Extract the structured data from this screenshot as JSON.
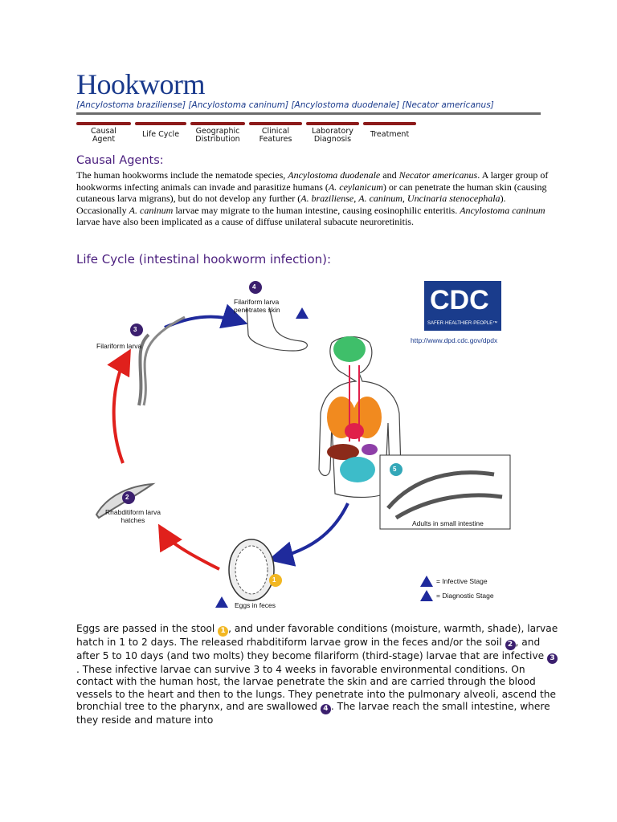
{
  "page": {
    "title": "Hookworm",
    "species_line": "[Ancylostoma braziliense] [Ancylostoma caninum] [Ancylostoma duodenale] [Necator americanus]"
  },
  "tabs": [
    {
      "label": "Causal\nAgent"
    },
    {
      "label": "Life Cycle"
    },
    {
      "label": "Geographic\nDistribution"
    },
    {
      "label": "Clinical\nFeatures"
    },
    {
      "label": "Laboratory\nDiagnosis"
    },
    {
      "label": "Treatment"
    }
  ],
  "causal_agents": {
    "heading": "Causal Agents:",
    "segments": [
      {
        "t": "The human hookworms include the nematode species, "
      },
      {
        "t": "Ancylostoma duodenale",
        "i": true
      },
      {
        "t": " and "
      },
      {
        "t": "Necator americanus",
        "i": true
      },
      {
        "t": ".  A larger group of hookworms infecting animals can invade and parasitize humans ("
      },
      {
        "t": "A. ceylanicum",
        "i": true
      },
      {
        "t": ") or can penetrate the human skin (causing cutaneous larva migrans), but do not develop any further ("
      },
      {
        "t": "A. braziliense",
        "i": true
      },
      {
        "t": ", "
      },
      {
        "t": "A. caninum",
        "i": true
      },
      {
        "t": ", "
      },
      {
        "t": "Uncinaria stenocephala",
        "i": true
      },
      {
        "t": ").  Occasionally "
      },
      {
        "t": "A. caninum",
        "i": true
      },
      {
        "t": " larvae may migrate to the human intestine, causing eosinophilic enteritis.  "
      },
      {
        "t": "Ancylostoma caninum",
        "i": true
      },
      {
        "t": " larvae have also been implicated as a cause of diffuse unilateral subacute neuroretinitis."
      }
    ]
  },
  "life_cycle": {
    "heading": "Life Cycle (intestinal hookworm infection):",
    "figure": {
      "step1": "Eggs in feces",
      "step2": "Rhabditiform larva\nhatches",
      "step3": "Filariform larva",
      "step4": "Filariform larva\npenetrates skin",
      "step5": "Adults in small intestine",
      "legend_infective": "= Infective Stage",
      "legend_diagnostic": "= Diagnostic Stage",
      "cdc_logo": "CDC",
      "cdc_tagline": "SAFER·HEALTHIER·PEOPLE™",
      "cdc_url": "http://www.dpd.cdc.gov/dpdx",
      "colors": {
        "arrow_red": "#e0201c",
        "arrow_blue": "#1f2a9c",
        "step_purple": "#3b1f6e",
        "step_yellow": "#f2b722",
        "step_teal": "#33a7b8",
        "cdc_blue": "#1a3c8c"
      }
    }
  },
  "description": {
    "segments": [
      {
        "t": "Eggs are passed in the stool "
      },
      {
        "n": "1",
        "c": "yellow"
      },
      {
        "t": ", and under favorable conditions (moisture, warmth, shade), larvae hatch in 1 to 2 days.  The released rhabditiform larvae grow in the feces and/or the soil "
      },
      {
        "n": "2",
        "c": "dark"
      },
      {
        "t": ", and after 5 to 10 days (and two molts) they become filariform (third-stage) larvae that are infective "
      },
      {
        "n": "3",
        "c": "dark"
      },
      {
        "t": ".  These infective larvae can survive 3 to 4 weeks in favorable environmental conditions.  On contact with the human host, the larvae penetrate the skin and are carried through the blood vessels to the heart and then to the lungs.  They penetrate into the pulmonary alveoli, ascend the bronchial tree to the pharynx, and are swallowed "
      },
      {
        "n": "4",
        "c": "dark"
      },
      {
        "t": ".  The larvae reach the small intestine, where they reside and mature into"
      }
    ]
  }
}
